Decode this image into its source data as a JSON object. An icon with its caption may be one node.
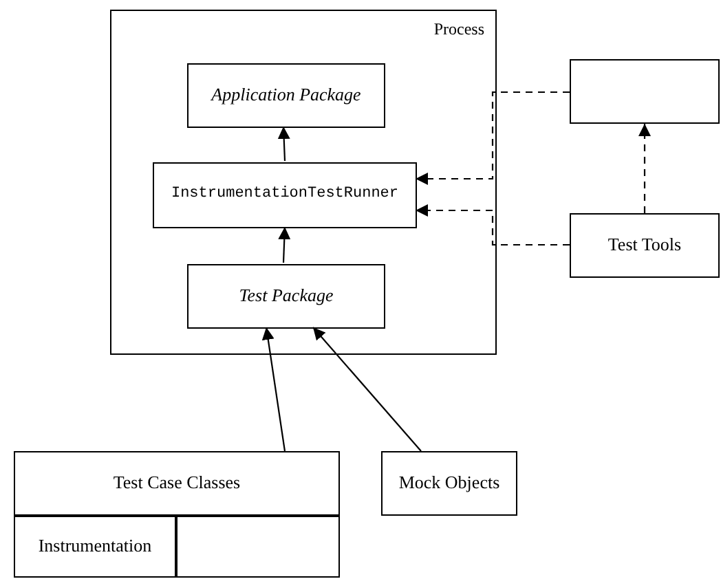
{
  "diagram": {
    "nodes": [
      {
        "text": [
          "Process"
        ]
      },
      {
        "text": [
          "Application Package"
        ],
        "in": 0
      },
      {
        "text": [
          "InstrumentationTestRunner"
        ],
        "in": 0
      },
      {
        "text": [
          "Test Package"
        ],
        "in": 0
      },
      {
        "text": [],
        "shape": "box"
      },
      {
        "text": [
          "Test Tools"
        ]
      },
      {
        "text": [
          "Test Case Classes"
        ]
      },
      {
        "text": [
          "Instrumentation"
        ]
      },
      {
        "text": [],
        "shape": "box"
      },
      {
        "text": [
          "Mock Objects"
        ]
      }
    ],
    "edges": [
      {
        "from": 2,
        "to": 1,
        "arrow": "to"
      },
      {
        "from": 3,
        "to": 2,
        "arrow": "to"
      },
      {
        "from": 4,
        "to": 2,
        "arrow": "to",
        "style": "dashed"
      },
      {
        "from": 5,
        "to": 2,
        "arrow": "to",
        "style": "dashed"
      },
      {
        "from": 5,
        "to": 4,
        "arrow": "to",
        "style": "dashed"
      },
      {
        "from": 6,
        "to": 3,
        "arrow": "to"
      },
      {
        "from": 9,
        "to": 3,
        "arrow": "to"
      }
    ]
  }
}
